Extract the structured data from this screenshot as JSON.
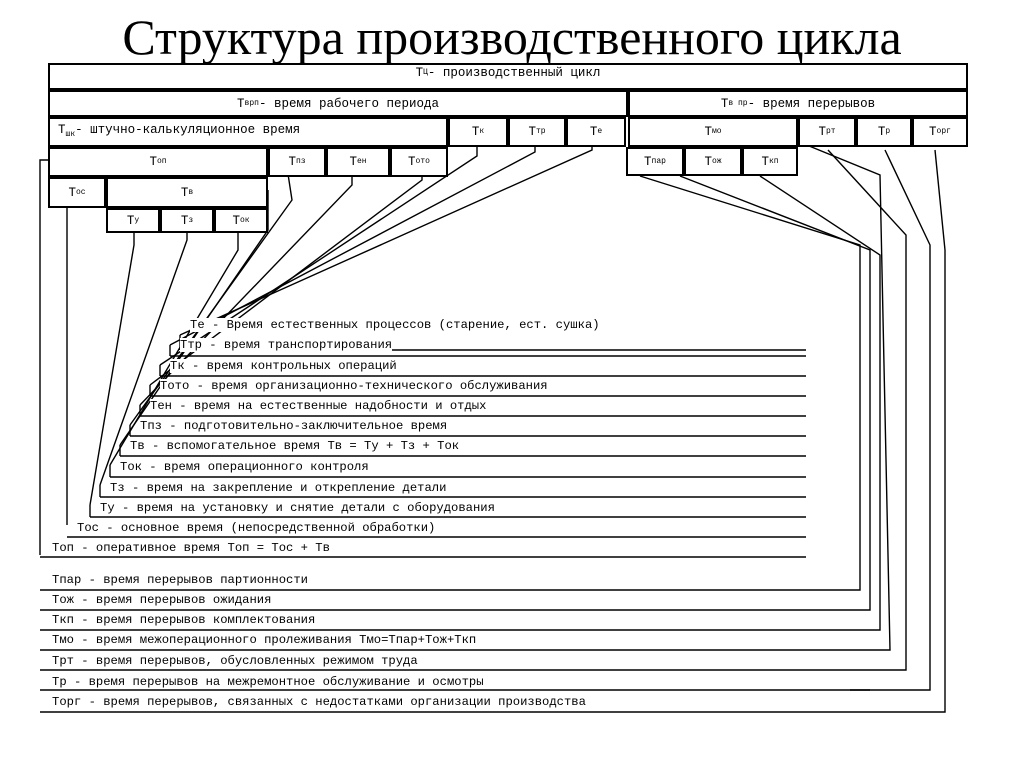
{
  "title": "Структура производственного цикла",
  "boxes": {
    "tc": {
      "sym": "Т",
      "sub": "Ц",
      "text": "- производственный цикл"
    },
    "tvrp": {
      "sym": "Т",
      "sub": "врп",
      "text": " - время рабочего периода"
    },
    "tvpr": {
      "sym": "Т",
      "sub": "в пр",
      "text": " - время перерывов"
    },
    "tshk": {
      "sym": "Т",
      "sub": "шк",
      "text": "- штучно-калькуляционное время"
    },
    "tk": {
      "sym": "Т",
      "sub": "к"
    },
    "ttr": {
      "sym": "Т",
      "sub": "тр"
    },
    "te": {
      "sym": "Т",
      "sub": "е"
    },
    "tmo": {
      "sym": "Т",
      "sub": "мо"
    },
    "trt": {
      "sym": "Т",
      "sub": "рт"
    },
    "tr": {
      "sym": "Т",
      "sub": "р"
    },
    "torg": {
      "sym": "Т",
      "sub": "орг"
    },
    "top": {
      "sym": "Т",
      "sub": "оп"
    },
    "tpz": {
      "sym": "Т",
      "sub": "пз"
    },
    "ten": {
      "sym": "Т",
      "sub": "ен"
    },
    "toto": {
      "sym": "Т",
      "sub": "ото"
    },
    "tpar": {
      "sym": "Т",
      "sub": "пар"
    },
    "tozh": {
      "sym": "Т",
      "sub": "ож"
    },
    "tkp": {
      "sym": "Т",
      "sub": "кп"
    },
    "tos": {
      "sym": "Т",
      "sub": "ос"
    },
    "tv": {
      "sym": "Т",
      "sub": "в"
    },
    "tu": {
      "sym": "Т",
      "sub": "у"
    },
    "tz": {
      "sym": "Т",
      "sub": "з"
    },
    "tok": {
      "sym": "Т",
      "sub": "ок"
    }
  },
  "descriptions": [
    "Те - Время естественных процессов (старение, ест. сушка)",
    "Ттр - время транспортирования",
    "Тк - время контрольных операций",
    "Тото - время организационно-технического обслуживания",
    "Тен - время на естественные надобности и отдых",
    "Тпз - подготовительно-заключительное время",
    "Тв - вспомогательное время Тв = Ту + Тз + Ток",
    "Ток - время операционного контроля",
    "Тз - время на закрепление и открепление детали",
    "Ту - время на установку и снятие детали с оборудования",
    "Тос - основное время (непосредственной обработки)",
    "Топ - оперативное время Топ = Тос + Тв",
    "Тпар - время перерывов партионности",
    "Тож - время перерывов ожидания",
    "Ткп - время перерывов комплектования",
    "Тмо - время межоперационного пролеживания Тмо=Тпар+Тож+Ткп",
    "Трт - время перерывов, обусловленных режимом труда",
    "Тр - время перерывов на межремонтное обслуживание и осмотры",
    "Торг - время перерывов, связанных с недостатками организации производства"
  ]
}
